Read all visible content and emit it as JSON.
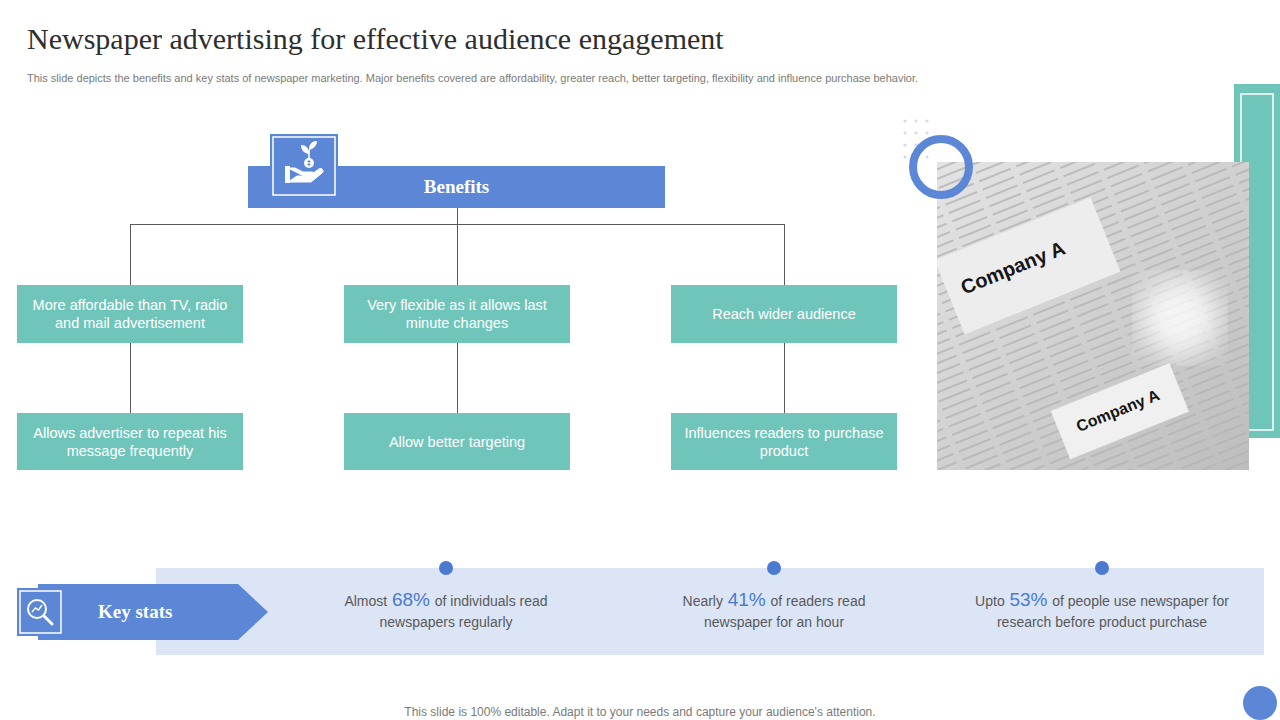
{
  "diagram": {
    "title": "Newspaper advertising for effective audience engagement",
    "caption": "This slide depicts the benefits and key stats of newspaper marketing. Major benefits covered are affordability, greater reach, better targeting, flexibility and influence purchase behavior.",
    "nodes": [
      {
        "text": [
          "Benefits"
        ]
      },
      {
        "text": [
          "More affordable than TV, radio and mail advertisement"
        ]
      },
      {
        "text": [
          "Very flexible as it allows last minute changes"
        ]
      },
      {
        "text": [
          "Reach wider audience"
        ]
      },
      {
        "text": [
          "Allows advertiser to repeat his message frequently"
        ]
      },
      {
        "text": [
          "Allow better targeting"
        ]
      },
      {
        "text": [
          "Influences readers to purchase product"
        ]
      },
      {
        "text": [
          "Key stats"
        ]
      },
      {
        "text": [
          "Almost",
          "68%",
          "of individuals read newspapers regularly"
        ]
      },
      {
        "text": [
          "Nearly",
          "41%",
          "of readers read newspaper for an hour"
        ]
      },
      {
        "text": [
          "Upto",
          "53%",
          "of people use newspaper for research before product purchase"
        ]
      }
    ],
    "edges": [
      {
        "from": 0,
        "to": 1,
        "arrow": "none"
      },
      {
        "from": 0,
        "to": 2,
        "arrow": "none"
      },
      {
        "from": 0,
        "to": 3,
        "arrow": "none"
      },
      {
        "from": 1,
        "to": 4,
        "arrow": "none"
      },
      {
        "from": 2,
        "to": 5,
        "arrow": "none"
      },
      {
        "from": 3,
        "to": 6,
        "arrow": "none"
      }
    ],
    "labels": [
      "Company A",
      "Company A",
      "This slide is 100% editable. Adapt it to your needs and capture your audience's attention."
    ]
  }
}
